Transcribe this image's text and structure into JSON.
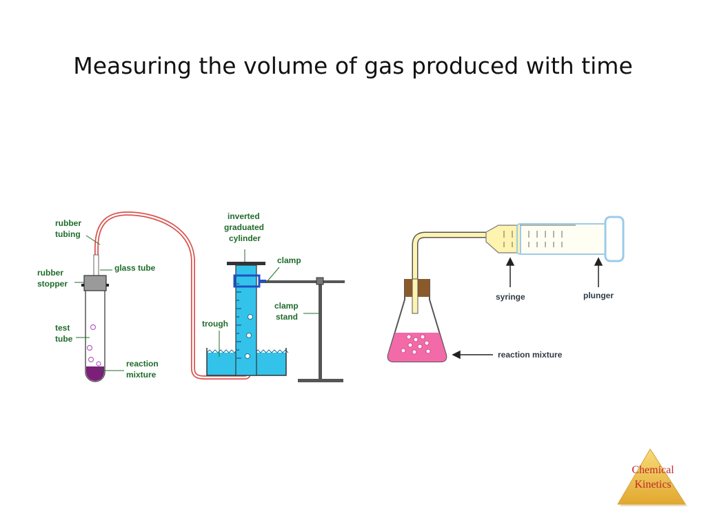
{
  "slide": {
    "title": "Measuring the volume of gas produced with time"
  },
  "left_apparatus": {
    "labels": {
      "rubber_tubing_1": "rubber",
      "rubber_tubing_2": "tubing",
      "rubber_stopper_1": "rubber",
      "rubber_stopper_2": "stopper",
      "glass_tube": "glass tube",
      "test_tube_1": "test",
      "test_tube_2": "tube",
      "reaction_mixture_1": "reaction",
      "reaction_mixture_2": "mixture",
      "inverted_cylinder_1": "inverted",
      "inverted_cylinder_2": "graduated",
      "inverted_cylinder_3": "cylinder",
      "clamp": "clamp",
      "clamp_stand_1": "clamp",
      "clamp_stand_2": "stand",
      "trough": "trough"
    },
    "colors": {
      "label_green": "#1f6b2a",
      "tubing": "#d9534f",
      "water": "#33c2ea",
      "reaction": "#7b1f7a",
      "clamp_blue": "#2050c8",
      "stand": "#555555"
    }
  },
  "right_apparatus": {
    "labels": {
      "syringe": "syringe",
      "plunger": "plunger",
      "reaction_mixture": "reaction mixture"
    },
    "colors": {
      "liquid": "#f26aa8",
      "stopper": "#8b5a2b",
      "syringe_gas": "#fff3b0",
      "barrel_outline": "#9ccbe8"
    }
  },
  "badge": {
    "line1": "Chemical",
    "line2": "Kinetics",
    "color": "#f0c848"
  }
}
